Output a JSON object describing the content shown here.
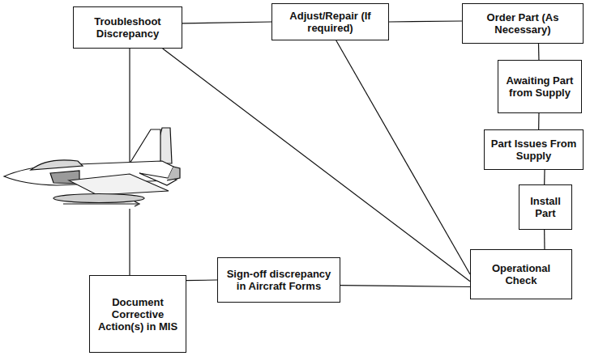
{
  "diagram": {
    "nodes": [
      {
        "text": [
          "Troubleshoot Discrepancy"
        ]
      },
      {
        "text": [
          "Adjust/Repair (If required)"
        ]
      },
      {
        "text": [
          "Order Part (As Necessary)"
        ]
      },
      {
        "text": [
          "Awaiting Part from Supply"
        ]
      },
      {
        "text": [
          "Part Issues From Supply"
        ]
      },
      {
        "text": [
          "Install Part"
        ]
      },
      {
        "text": [
          "Operational Check"
        ]
      },
      {
        "text": [
          "Sign-off discrepancy in Aircraft Forms"
        ]
      },
      {
        "text": [
          "Document Corrective Action(s) in MIS"
        ]
      }
    ],
    "edges": [
      {
        "from": 0,
        "to": 1,
        "arrow": "none"
      },
      {
        "from": 1,
        "to": 2,
        "arrow": "none"
      },
      {
        "from": 2,
        "to": 3,
        "arrow": "none"
      },
      {
        "from": 3,
        "to": 4,
        "arrow": "none"
      },
      {
        "from": 4,
        "to": 5,
        "arrow": "none"
      },
      {
        "from": 5,
        "to": 6,
        "arrow": "none"
      },
      {
        "from": 0,
        "to": 6,
        "arrow": "none"
      },
      {
        "from": 1,
        "to": 6,
        "arrow": "none"
      },
      {
        "from": 6,
        "to": 7,
        "arrow": "none"
      },
      {
        "from": 7,
        "to": 8,
        "arrow": "none"
      }
    ]
  }
}
